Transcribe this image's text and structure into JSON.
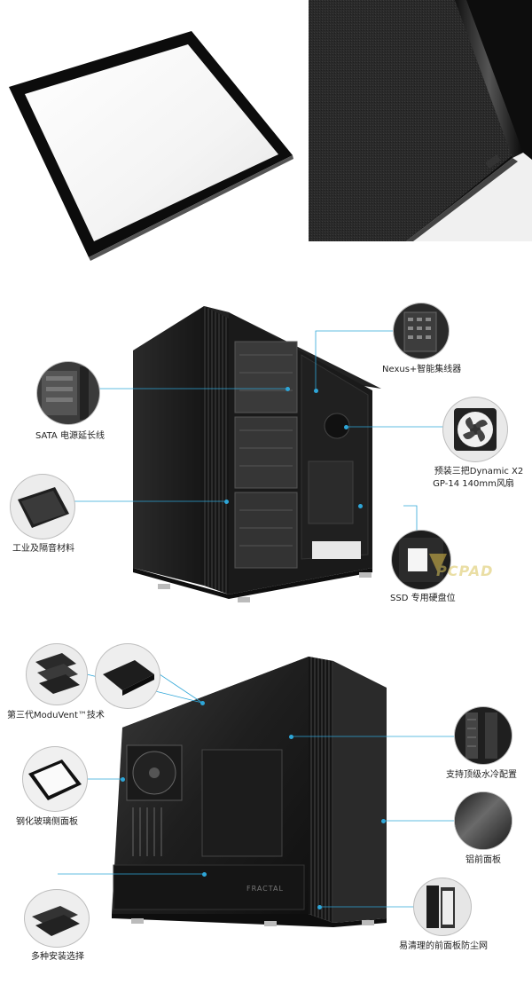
{
  "top": {
    "left_image_icon": "tempered-glass-panel",
    "right_image_icon": "sound-dampening-panel"
  },
  "section1": {
    "labels": {
      "nexus": "Nexus+智能集线器",
      "sata": "SATA 电源延长线",
      "fans_line1": "预装三把Dynamic X2",
      "fans_line2": "GP-14 140mm风扇",
      "material": "工业及隔音材料",
      "ssd": "SSD 专用硬盘位"
    },
    "watermark": "PCPAD"
  },
  "section2": {
    "labels": {
      "moduvent": "第三代ModuVent™技术",
      "watercool": "支持顶级水冷配置",
      "glass": "钢化玻璃侧面板",
      "alu": "铝前面板",
      "mount": "多种安装选择",
      "dust": "易清理的前面板防尘网"
    },
    "brand": "FRACTAL"
  },
  "colors": {
    "accent_line": "#2ea6d8",
    "case_dark": "#1b1b1b"
  }
}
